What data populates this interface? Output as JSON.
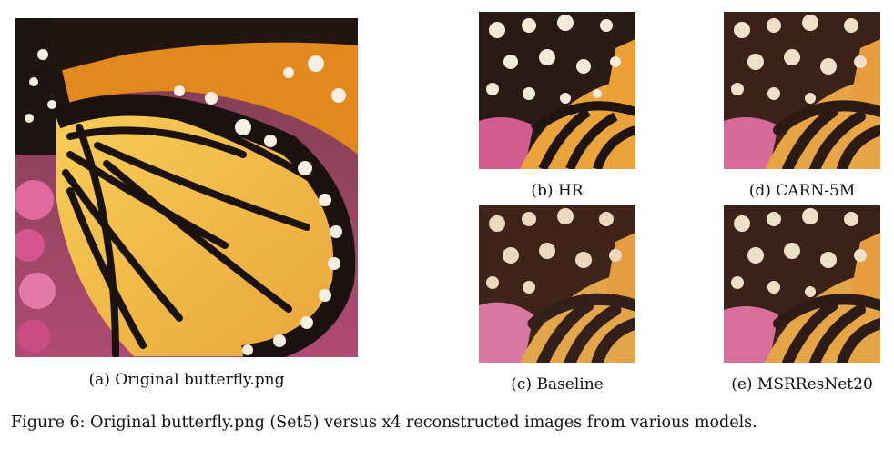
{
  "panels": {
    "a": {
      "caption": "(a) Original butterfly.png"
    },
    "b": {
      "caption": "(b) HR"
    },
    "c": {
      "caption": "(c) Baseline"
    },
    "d": {
      "caption": "(d) CARN-5M"
    },
    "e": {
      "caption": "(e) MSRResNet20"
    }
  },
  "figure_caption": "Figure 6: Original butterfly.png (Set5) versus x4 reconstructed images from various models."
}
